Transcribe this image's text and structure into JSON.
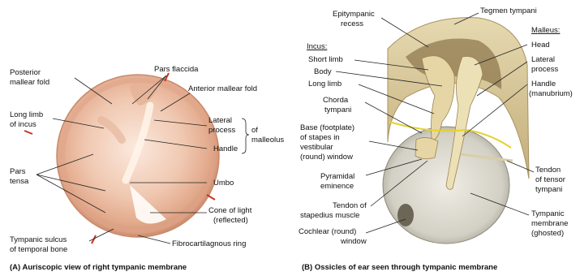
{
  "panel_a": {
    "caption": "(A) Auriscopic view of right tympanic membrane",
    "labels": {
      "posterior_mallear_fold": [
        "Posterior",
        "mallear fold"
      ],
      "pars_flaccida": "Pars flaccida",
      "anterior_mallear_fold": "Anterior mallear fold",
      "long_limb_incus": [
        "Long limb",
        "of incus"
      ],
      "lateral_process": [
        "Lateral",
        "process"
      ],
      "handle": "Handle",
      "of_malleolus": [
        "of",
        "malleolus"
      ],
      "pars_tensa": [
        "Pars",
        "tensa"
      ],
      "umbo": "Umbo",
      "cone_of_light": [
        "Cone of light",
        "(reflected)"
      ],
      "tympanic_sulcus": [
        "Tympanic sulcus",
        "of temporal bone"
      ],
      "fibrocartilaginous_ring": "Fibrocartilagnous ring"
    }
  },
  "panel_b": {
    "caption": "(B) Ossicles of ear seen through tympanic membrane",
    "labels": {
      "epitympanic_recess": [
        "Epitympanic",
        "recess"
      ],
      "tegmen_tympani": "Tegmen tympani",
      "incus_heading": "Incus:",
      "short_limb": "Short limb",
      "body": "Body",
      "long_limb": "Long limb",
      "chorda_tympani": [
        "Chorda",
        "tympani"
      ],
      "base_stapes": [
        "Base (footplate)",
        "of stapes in",
        "vestibular",
        "(round) window"
      ],
      "pyramidal_eminence": [
        "Pyramidal",
        "eminence"
      ],
      "tendon_stapedius": [
        "Tendon of",
        "stapedius muscle"
      ],
      "cochlear_window": [
        "Cochlear (round)",
        "window"
      ],
      "malleus_heading": "Malleus:",
      "head": "Head",
      "lateral_process": [
        "Lateral",
        "process"
      ],
      "handle_manubrium": [
        "Handle",
        "(manubrium)"
      ],
      "tendon_tensor": [
        "Tendon",
        "of tensor",
        "tympani"
      ],
      "tympanic_membrane": [
        "Tympanic",
        "membrane",
        "(ghosted)"
      ]
    }
  },
  "colors": {
    "membrane_light": "#f6dccb",
    "membrane_mid": "#e9b79c",
    "membrane_rim": "#d49a7c",
    "bone": "#d8c79a",
    "bone_dark": "#9b8454",
    "ossicle": "#e6d6a6",
    "accent_red": "#cc3322"
  }
}
